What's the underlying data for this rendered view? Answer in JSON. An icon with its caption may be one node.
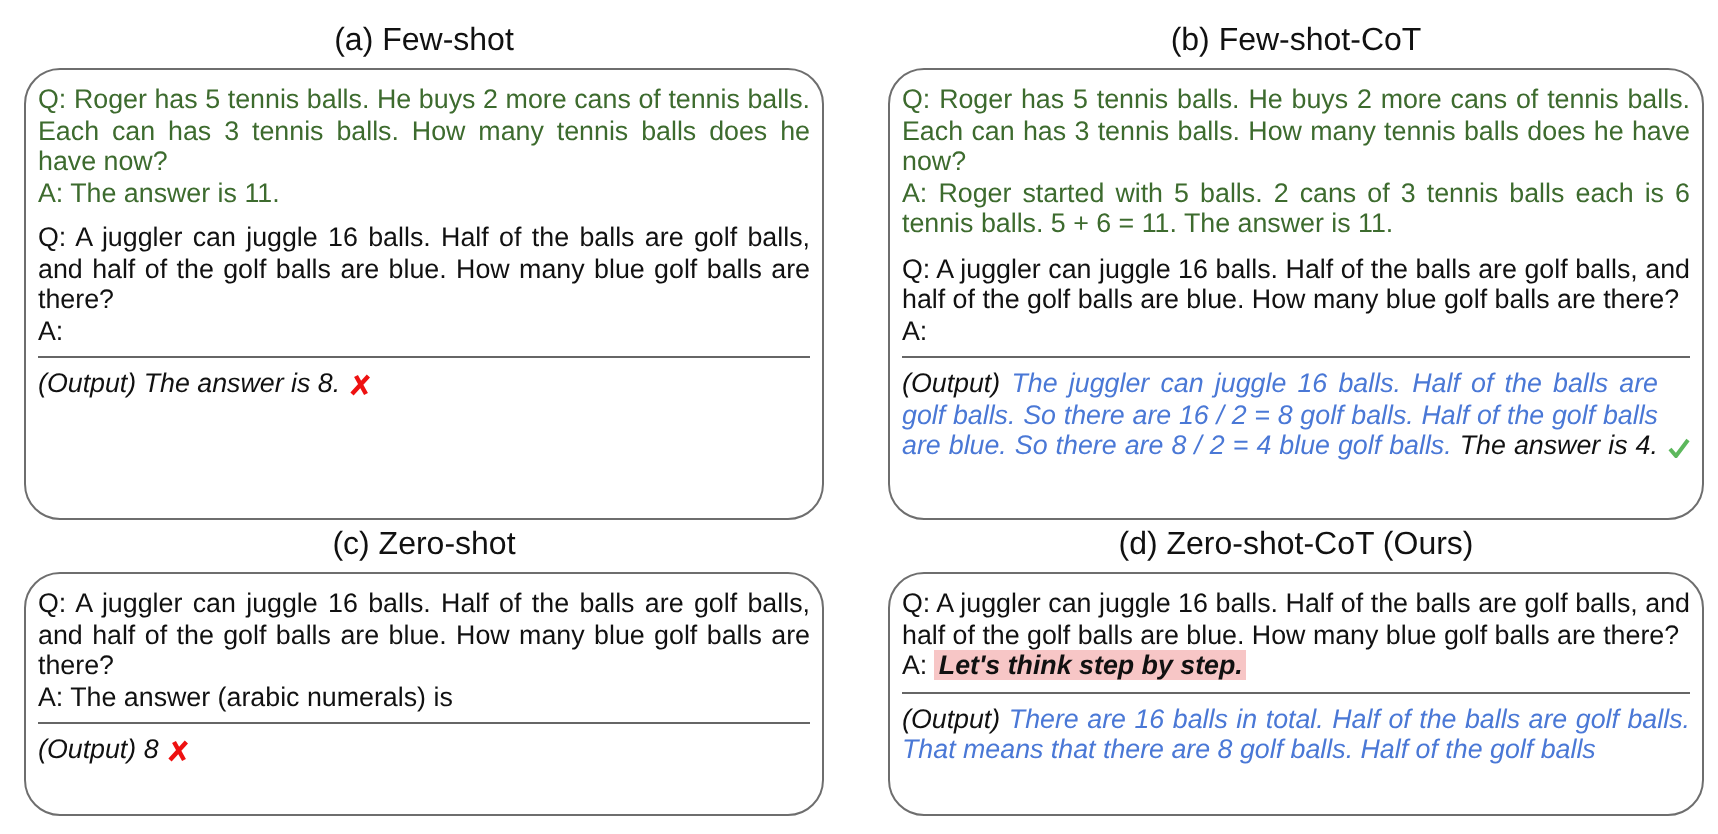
{
  "diagram": {
    "nodes": [
      {
        "text": [
          "(a) Few-shot",
          "Q: Roger has 5 tennis balls. He buys 2 more cans of tennis balls. Each can has 3 tennis balls. How many tennis balls does he have now?",
          "A: The answer is 11.",
          "Q: A juggler can juggle 16 balls. Half of the balls are golf balls, and half of the golf balls are blue. How many blue golf balls are there?",
          "A:",
          "(Output) The answer is 8."
        ]
      },
      {
        "text": [
          "(b) Few-shot-CoT",
          "Q: Roger has 5 tennis balls. He buys 2 more cans of tennis balls. Each can has 3 tennis balls. How many tennis balls does he have now?",
          "A: Roger started with 5 balls. 2 cans of 3 tennis balls each is 6 tennis balls. 5 + 6 = 11. The answer is 11.",
          "Q: A juggler can juggle 16 balls. Half of the balls are golf balls, and half of the golf balls are blue. How many blue golf balls are there?",
          "A:",
          "(Output)",
          "The juggler can juggle 16 balls. Half of the balls are golf balls. So there are 16 / 2 = 8 golf balls. Half of the golf balls are blue. So there are 8 / 2 = 4 blue golf balls.",
          "The answer is 4."
        ]
      },
      {
        "text": [
          "(c) Zero-shot",
          "Q: A juggler can juggle 16 balls. Half of the balls are golf balls, and half of the golf balls are blue. How many blue golf balls are there?",
          "A: The answer (arabic numerals) is",
          "(Output) 8"
        ]
      },
      {
        "text": [
          "(d) Zero-shot-CoT (Ours)",
          "Q: A juggler can juggle 16 balls. Half of the balls are golf balls, and half of the golf balls are blue. How many blue golf balls are there?",
          "A:",
          "Let's think step by step.",
          "(Output)",
          "There are 16 balls in total. Half of the balls are golf balls. That means that there are 8 golf balls. Half of the golf balls"
        ]
      }
    ]
  }
}
